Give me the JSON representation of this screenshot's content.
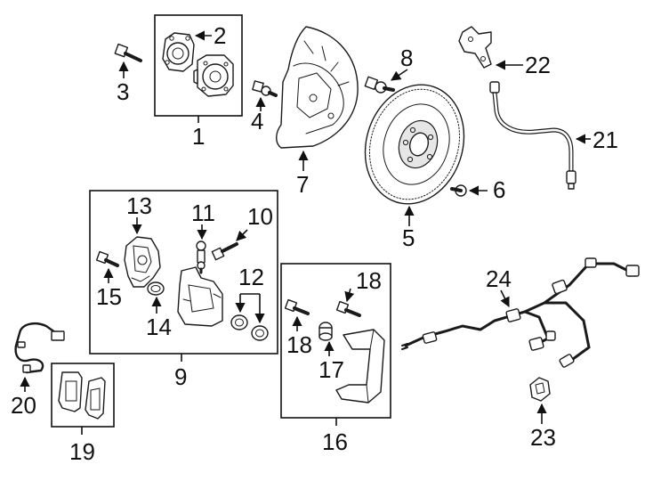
{
  "callouts": {
    "c1": "1",
    "c2": "2",
    "c3": "3",
    "c4": "4",
    "c5": "5",
    "c6": "6",
    "c7": "7",
    "c8": "8",
    "c9": "9",
    "c10": "10",
    "c11": "11",
    "c12": "12",
    "c13": "13",
    "c14": "14",
    "c15": "15",
    "c16": "16",
    "c17": "17",
    "c18a": "18",
    "c18b": "18",
    "c19": "19",
    "c20": "20",
    "c21": "21",
    "c22": "22",
    "c23": "23",
    "c24": "24"
  },
  "colors": {
    "ink": "#1a1a1a",
    "background": "#ffffff",
    "shade": "#e6e6e6"
  }
}
